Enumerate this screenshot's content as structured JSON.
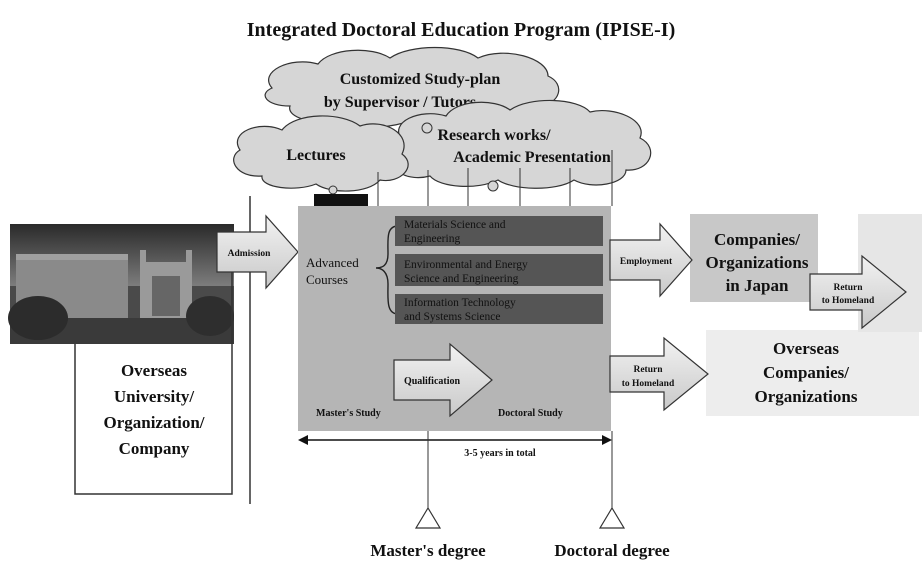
{
  "title": "Integrated Doctoral Education Program (IPISE-I)",
  "clouds": {
    "study_plan_line1": "Customized  Study-plan",
    "study_plan_line2": "by Supervisor  / Tutors",
    "lectures": "Lectures",
    "research_line1": "Research works/",
    "research_line2": "Academic Presentation"
  },
  "left": {
    "photo_alt": "campus-building-photo",
    "org_lines": [
      "Overseas",
      "University/",
      "Organization/",
      "Company"
    ]
  },
  "arrows": {
    "admission": "Admission",
    "employment": "Employment",
    "return_home_1_line1": "Return",
    "return_home_1_line2": "to Homeland",
    "return_home_2_line1": "Return",
    "return_home_2_line2": "to Homeland",
    "qualification": "Qualification"
  },
  "center": {
    "advanced_line1": "Advanced",
    "advanced_line2": "Courses",
    "courses": [
      {
        "line1": "Materials Science and",
        "line2": "Engineering"
      },
      {
        "line1": "Environmental and Energy",
        "line2": "Science and Engineering"
      },
      {
        "line1": "Information Technology",
        "line2": "and Systems Science"
      }
    ],
    "masters_study": "Master's Study",
    "doctoral_study": "Doctoral Study",
    "duration": "3-5 years in total"
  },
  "right": {
    "japan_lines": [
      "Companies/",
      "Organizations",
      "in Japan"
    ],
    "overseas_lines": [
      "Overseas",
      "Companies/",
      "Organizations"
    ]
  },
  "degrees": {
    "masters": "Master's degree",
    "doctoral": "Doctoral degree"
  },
  "colors": {
    "center_box": "#b5b5b5",
    "course_box": "#555555",
    "cloud": "#d6d6d6",
    "japan_box": "#c8c8c8",
    "homeland_box": "#e6e6e6",
    "overseas_box": "#ededed",
    "arrow_fill": "#e2e2e2"
  }
}
